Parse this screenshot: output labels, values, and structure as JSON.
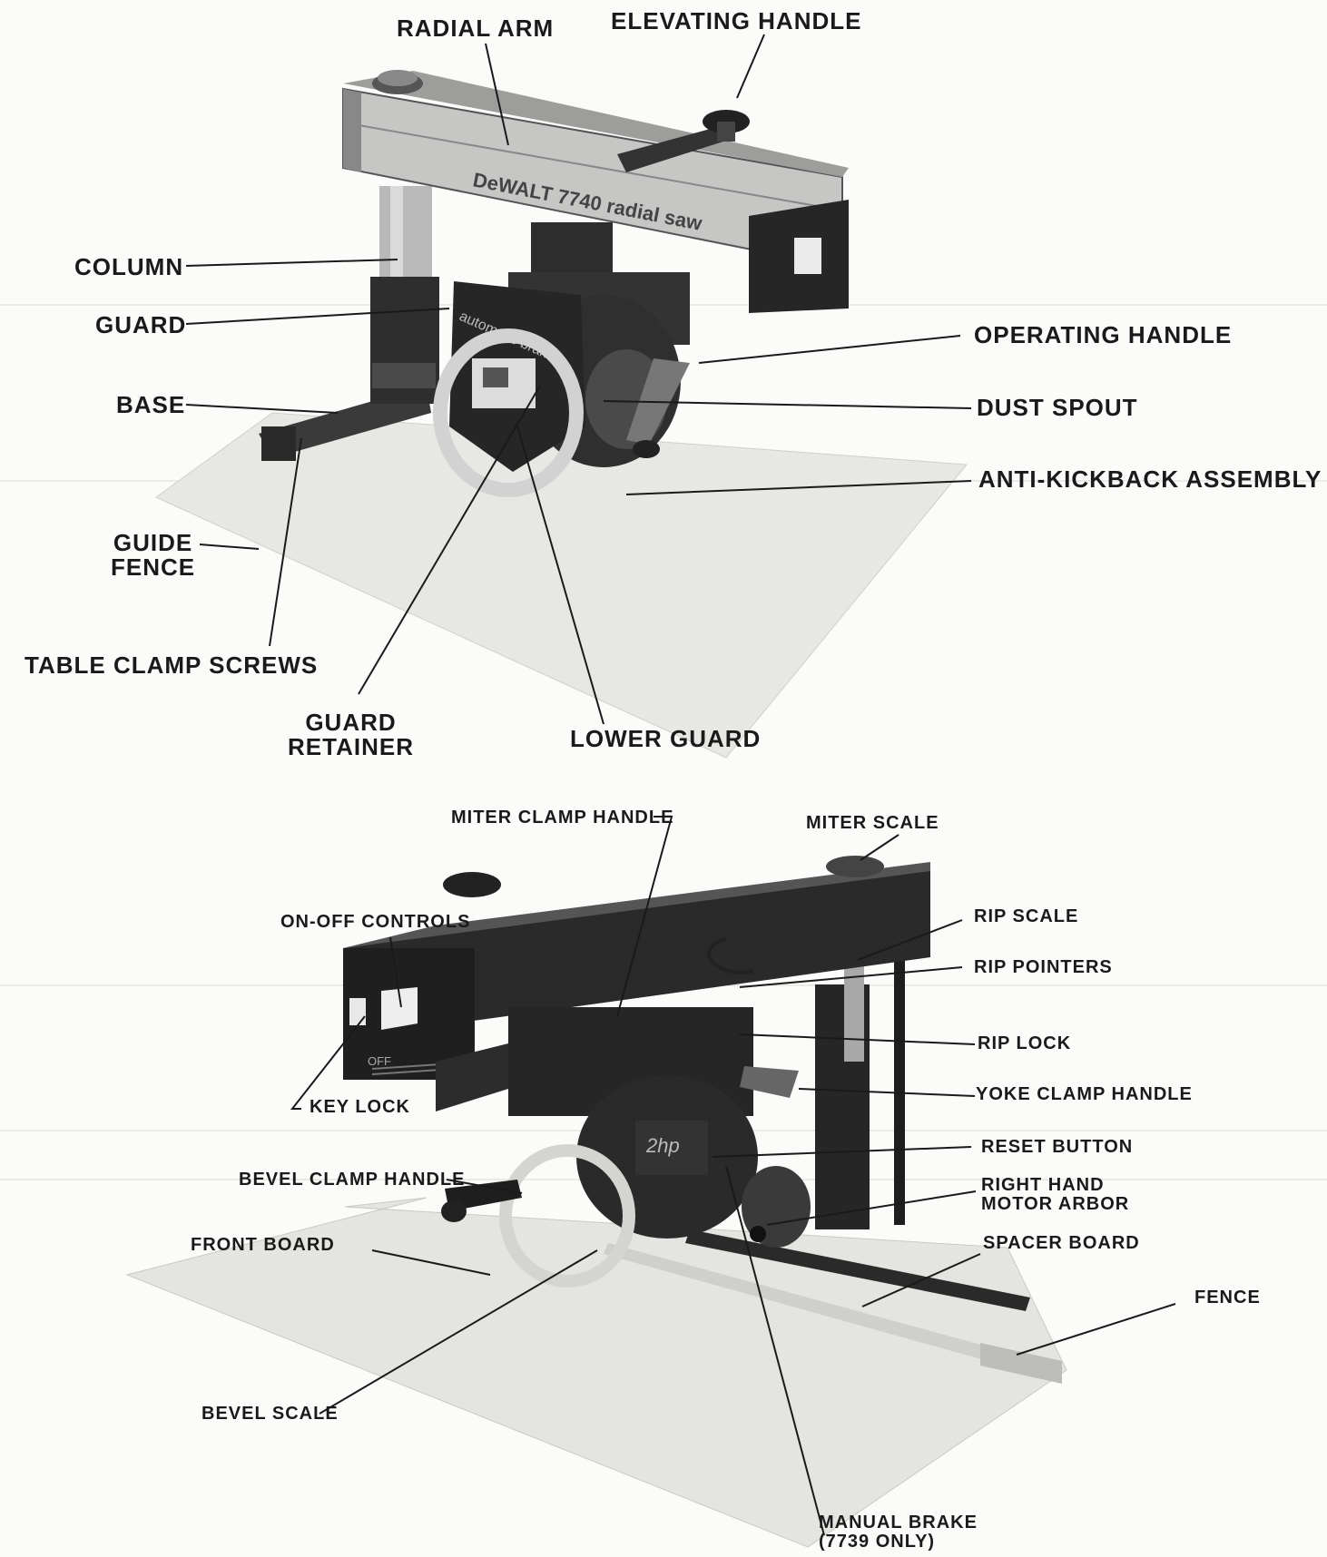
{
  "top_diagram": {
    "brand_text": "DeWALT 7740 radial saw",
    "guard_text": "automatic brake",
    "labels": {
      "radial_arm": "RADIAL ARM",
      "elevating_handle": "ELEVATING HANDLE",
      "column": "COLUMN",
      "guard": "GUARD",
      "base": "BASE",
      "guide_fence": "GUIDE\nFENCE",
      "table_clamp_screws": "TABLE CLAMP SCREWS",
      "guard_retainer": "GUARD\nRETAINER",
      "lower_guard": "LOWER GUARD",
      "operating_handle": "OPERATING HANDLE",
      "dust_spout": "DUST SPOUT",
      "anti_kickback_assembly": "ANTI-KICKBACK ASSEMBLY"
    }
  },
  "bottom_diagram": {
    "switch_text": "OFF",
    "motor_text": "2hp",
    "labels": {
      "miter_clamp_handle": "MITER CLAMP HANDLE",
      "miter_scale": "MITER SCALE",
      "on_off_controls": "ON-OFF CONTROLS",
      "rip_scale": "RIP SCALE",
      "rip_pointers": "RIP POINTERS",
      "rip_lock": "RIP LOCK",
      "yoke_clamp_handle": "YOKE CLAMP HANDLE",
      "key_lock": "KEY LOCK",
      "reset_button": "RESET BUTTON",
      "bevel_clamp_handle": "BEVEL CLAMP HANDLE",
      "right_hand_motor_arbor": "RIGHT HAND\nMOTOR ARBOR",
      "front_board": "FRONT BOARD",
      "spacer_board": "SPACER BOARD",
      "fence": "FENCE",
      "bevel_scale": "BEVEL SCALE",
      "manual_brake": "MANUAL BRAKE\n(7739 ONLY)"
    }
  }
}
